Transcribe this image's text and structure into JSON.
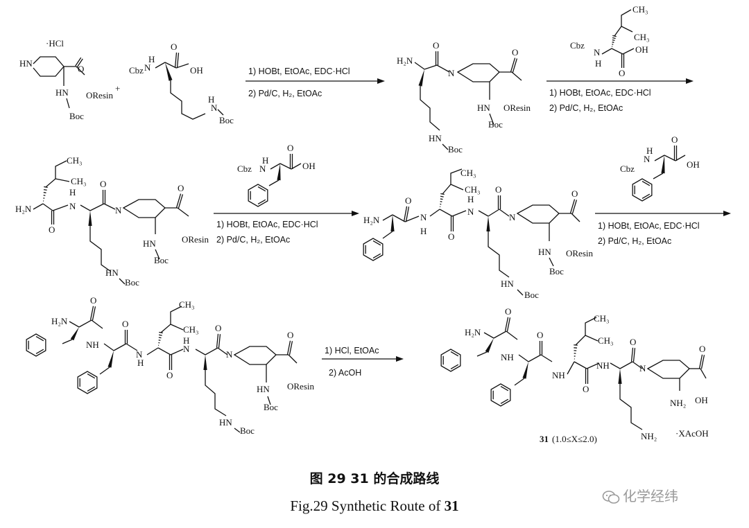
{
  "labels": {
    "hcl": "·HCl",
    "hn": "HN",
    "nh": "NH",
    "n": "N",
    "h": "H",
    "o": "O",
    "oh": "OH",
    "h2n": "H₂N",
    "nh2": "NH₂",
    "oresin": "OResin",
    "boc": "Boc",
    "cbz": "Cbz",
    "ch3": "CH₃",
    "plus": "+",
    "xacoh": "·XAcOH"
  },
  "reagents": {
    "coupling_1": "1) HOBt, EtOAc, EDC·HCl",
    "deprotect_2": "2) Pd/C, H₂, EtOAc",
    "acid_1": "1) HCl, EtOAc",
    "acid_2": "2) AcOH"
  },
  "product_label": {
    "compound": "31",
    "range": "(1.0≤X≤2.0)"
  },
  "caption": {
    "chinese": "图 29  31 的合成路线",
    "english_prefix": "Fig.29  Synthetic Route of ",
    "english_compound": "31"
  },
  "watermark": "化学经纬"
}
